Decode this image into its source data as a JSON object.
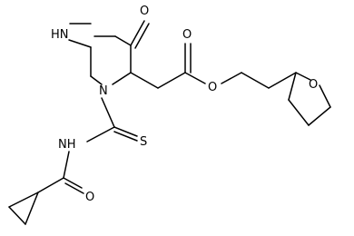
{
  "molecule": {
    "atoms": {
      "hn_ring": "HN",
      "o_ketone": "O",
      "o_ester_carbonyl": "O",
      "o_ester": "O",
      "o_thf": "O",
      "n_ring": "N",
      "s_thio": "S",
      "nh_amide": "NH",
      "o_amide": "O"
    }
  }
}
